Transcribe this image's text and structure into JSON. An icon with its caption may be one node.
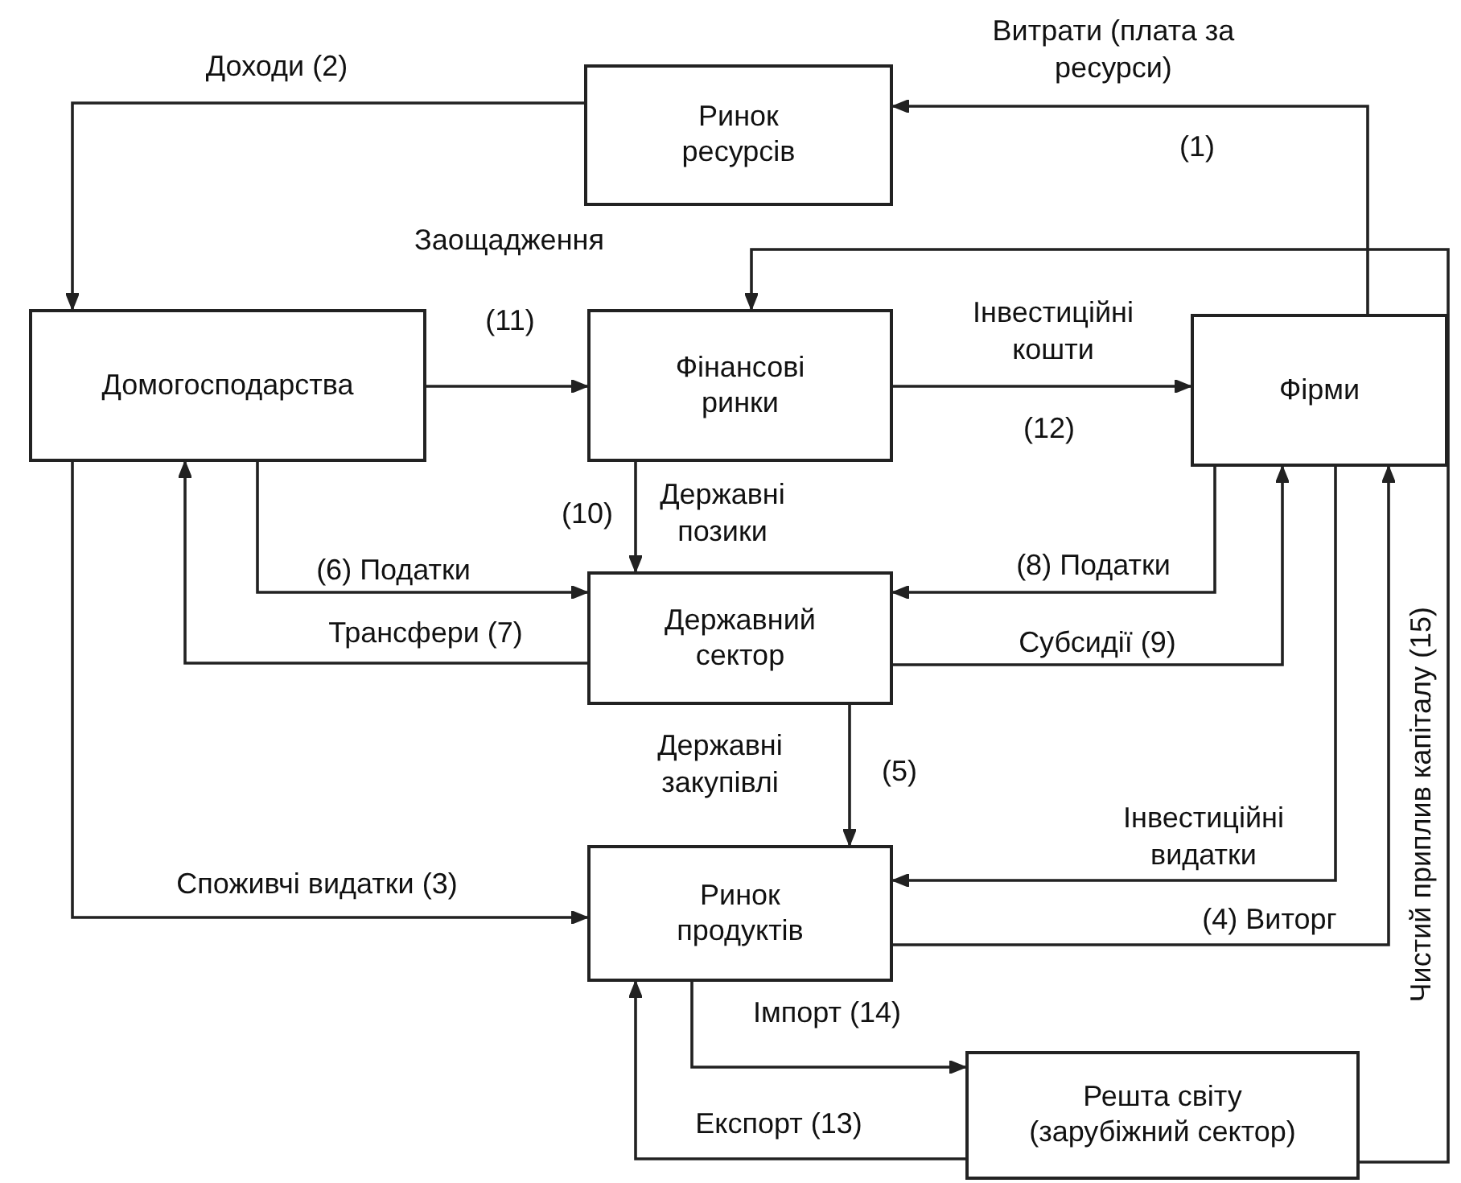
{
  "diagram": {
    "nodes": [
      {
        "text": [
          "Ринок ресурсів"
        ]
      },
      {
        "text": [
          "Домогосподарства"
        ]
      },
      {
        "text": [
          "Фінансові ринки"
        ]
      },
      {
        "text": [
          "Фірми"
        ]
      },
      {
        "text": [
          "Державний сектор"
        ]
      },
      {
        "text": [
          "Ринок продуктів"
        ]
      },
      {
        "text": [
          "Решта світу (зарубіжний сектор)"
        ]
      }
    ],
    "edges": [
      {
        "from": 3,
        "to": 0,
        "arrow": "to",
        "label": "Витрати (плата за ресурси)"
      },
      {
        "from": 0,
        "to": 1,
        "arrow": "to",
        "label": "Доходи (2)"
      },
      {
        "from": 1,
        "to": 2,
        "arrow": "to",
        "label": "Заощадження"
      },
      {
        "from": 2,
        "to": 3,
        "arrow": "to",
        "label": "Інвестиційні кошти"
      },
      {
        "from": 6,
        "to": 2,
        "arrow": "to",
        "label": "Чистий приплив капіталу (15)"
      },
      {
        "from": 2,
        "to": 4,
        "arrow": "to",
        "label": "Державні позики"
      },
      {
        "from": 1,
        "to": 4,
        "arrow": "to",
        "label": "(6) Податки"
      },
      {
        "from": 4,
        "to": 1,
        "arrow": "to",
        "label": "Трансфери (7)"
      },
      {
        "from": 3,
        "to": 4,
        "arrow": "to",
        "label": "(8) Податки"
      },
      {
        "from": 4,
        "to": 3,
        "arrow": "to",
        "label": "Субсидії (9)"
      },
      {
        "from": 4,
        "to": 5,
        "arrow": "to",
        "label": "Державні закупівлі"
      },
      {
        "from": 1,
        "to": 5,
        "arrow": "to",
        "label": "Споживчі видатки (3)"
      },
      {
        "from": 3,
        "to": 5,
        "arrow": "to",
        "label": "Інвестиційні видатки"
      },
      {
        "from": 5,
        "to": 3,
        "arrow": "to",
        "label": "(4) Виторг"
      },
      {
        "from": 5,
        "to": 6,
        "arrow": "to",
        "label": "Імпорт (14)"
      },
      {
        "from": 6,
        "to": 5,
        "arrow": "to",
        "label": "Експорт (13)"
      }
    ],
    "labels": [
      "(1)",
      "(11)",
      "(12)",
      "(10)",
      "(5)"
    ]
  }
}
